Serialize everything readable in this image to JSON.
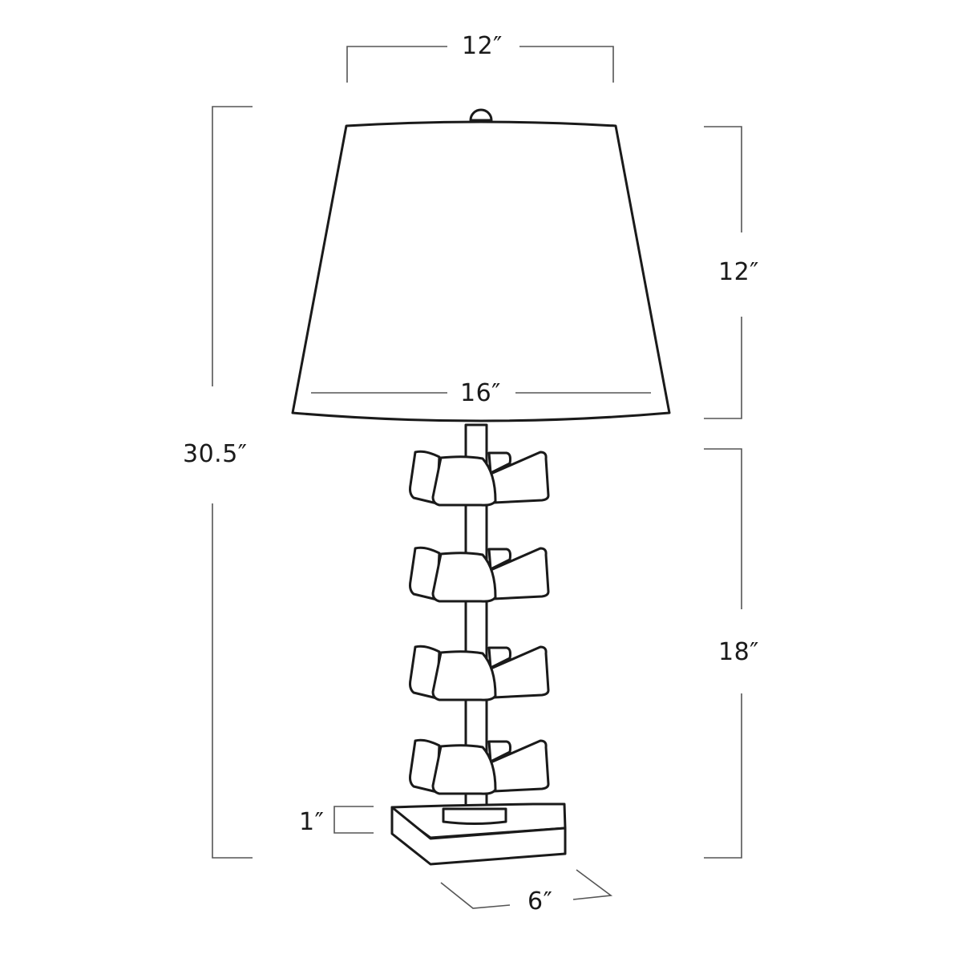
{
  "diagram": {
    "subject": "table-lamp",
    "colors": {
      "line": "#1a1a1a",
      "dimension": "#555555",
      "background": "#ffffff"
    },
    "dimensions": {
      "shade_top_width": "12″",
      "shade_height": "12″",
      "shade_bottom_width": "16″",
      "overall_height": "30.5″",
      "base_height": "18″",
      "plinth_height": "1″",
      "plinth_depth": "6″"
    }
  }
}
